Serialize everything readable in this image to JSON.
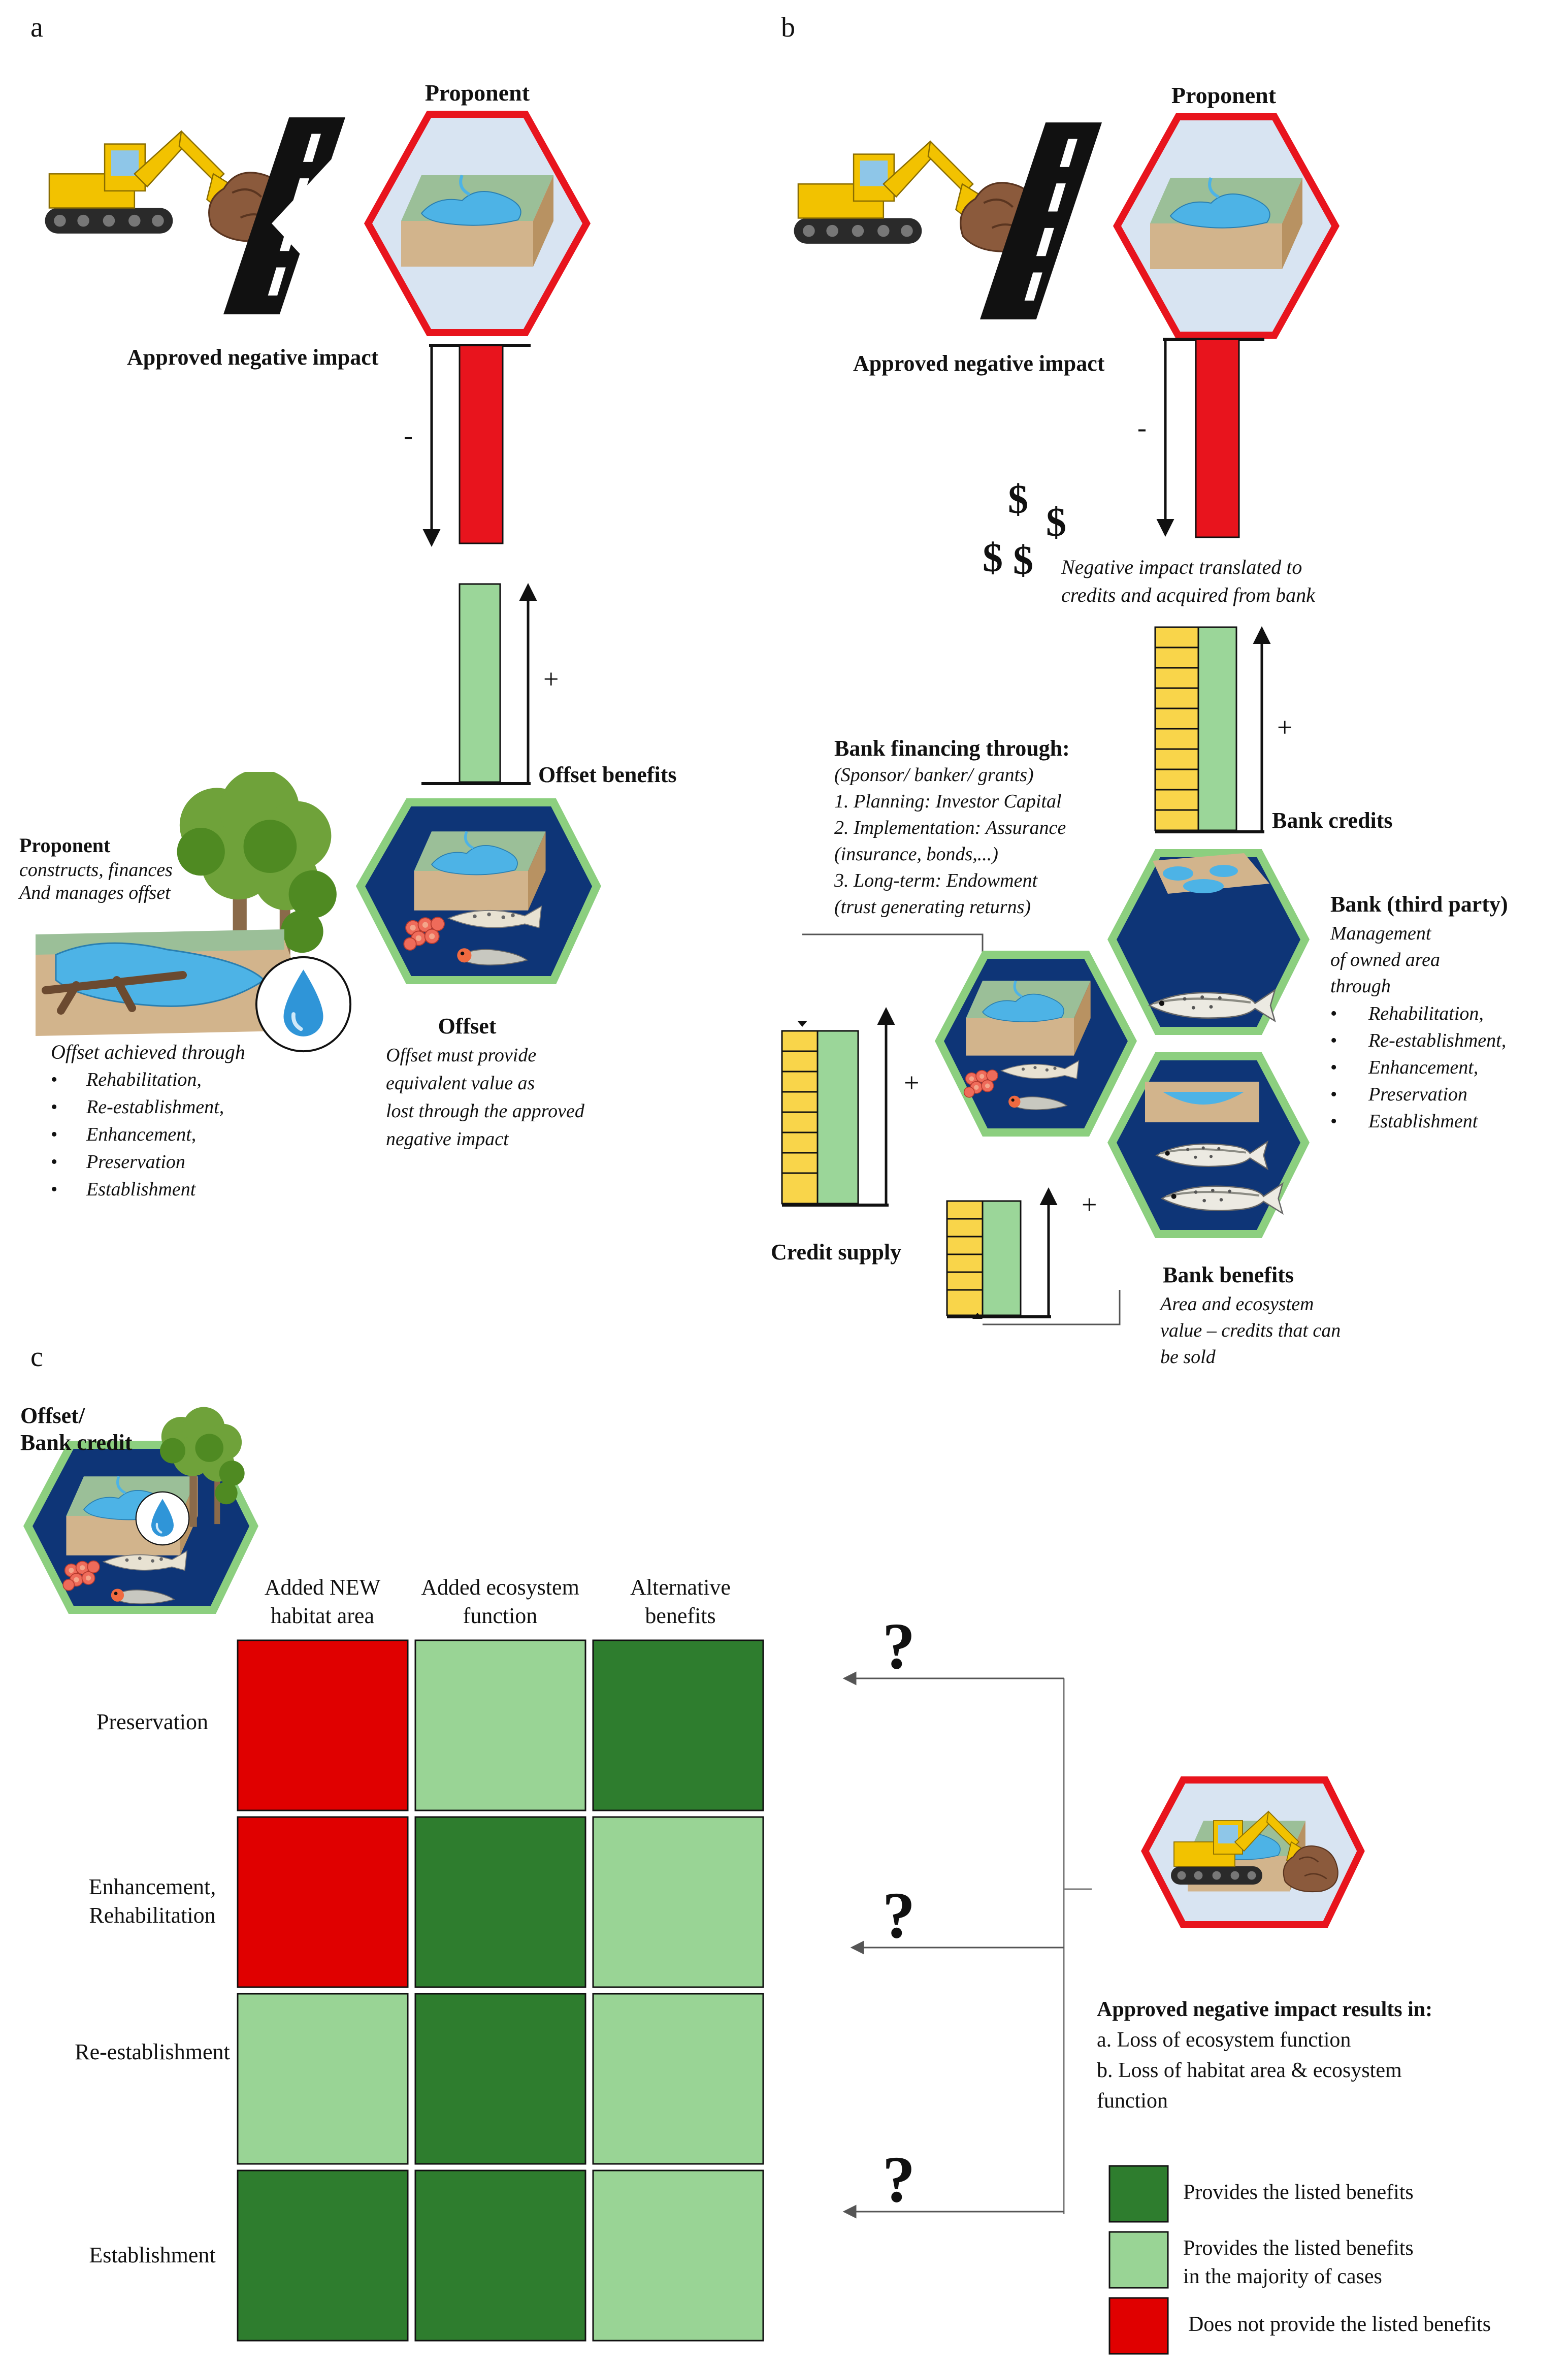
{
  "panel_a": {
    "letter": "a",
    "proponent_title": "Proponent",
    "impact_label": "Approved negative impact",
    "minus": "-",
    "plus": "+",
    "offset_benefits": "Offset benefits",
    "proponent_desc_title": "Proponent",
    "proponent_desc": [
      "constructs, finances",
      "And manages offset"
    ],
    "achieved_title": "Offset achieved through",
    "achieved_list": [
      "Rehabilitation,",
      "Re-establishment,",
      "Enhancement,",
      "Preservation",
      "Establishment"
    ],
    "offset_title": "Offset",
    "offset_desc": [
      "Offset must provide",
      "equivalent value as",
      "lost through the approved",
      "negative impact"
    ]
  },
  "panel_b": {
    "letter": "b",
    "proponent_title": "Proponent",
    "impact_label": "Approved negative impact",
    "minus": "-",
    "plus": "+",
    "dollar": "$",
    "translated": [
      "Negative impact translated to",
      "credits and acquired from bank"
    ],
    "bank_credits": "Bank credits",
    "financing_title": "Bank financing through:",
    "financing_lines": [
      "(Sponsor/ banker/ grants)",
      "1. Planning: Investor Capital",
      "2. Implementation: Assurance",
      "(insurance, bonds,...)",
      "3. Long-term: Endowment",
      "(trust generating returns)"
    ],
    "bank_title": "Bank (third party)",
    "bank_lines": [
      "Management",
      "of owned area",
      "through"
    ],
    "bank_list": [
      "Rehabilitation,",
      "Re-establishment,",
      "Enhancement,",
      "Preservation",
      "Establishment"
    ],
    "credit_supply": "Credit supply",
    "bank_benefits_title": "Bank benefits",
    "bank_benefits_lines": [
      "Area and ecosystem",
      "value – credits that can",
      "be sold"
    ]
  },
  "panel_c": {
    "letter": "c",
    "offset_label": [
      "Offset/",
      "Bank credit"
    ],
    "columns": [
      [
        "Added NEW",
        "habitat area"
      ],
      [
        "Added ecosystem",
        "function"
      ],
      [
        "Alternative",
        "benefits"
      ]
    ],
    "rows": [
      {
        "label": [
          "Preservation"
        ],
        "cells": [
          "none",
          "majority",
          "full"
        ]
      },
      {
        "label": [
          "Enhancement,",
          "Rehabilitation"
        ],
        "cells": [
          "none",
          "full",
          "majority"
        ]
      },
      {
        "label": [
          "Re-establishment"
        ],
        "cells": [
          "majority",
          "full",
          "majority"
        ]
      },
      {
        "label": [
          "Establishment"
        ],
        "cells": [
          "full",
          "full",
          "majority"
        ]
      }
    ],
    "question": "?",
    "impact_title": "Approved negative impact results in:",
    "impact_lines": [
      "a. Loss of ecosystem function",
      "b. Loss of habitat area & ecosystem",
      "function"
    ],
    "legend": [
      {
        "key": "full",
        "lines": [
          "Provides the listed benefits"
        ]
      },
      {
        "key": "majority",
        "lines": [
          "Provides the listed benefits",
          "in the majority of cases"
        ]
      },
      {
        "key": "none",
        "lines": [
          "Does not provide the listed benefits"
        ]
      }
    ]
  },
  "colors": {
    "full": "#2e7d2e",
    "majority": "#99d495",
    "none": "#e00000",
    "impact_red": "#e8141d",
    "hex_navy": "#0e3577",
    "hex_border_green": "#8ccf7f",
    "hex_light": "#d8e4f2",
    "credit_yellow": "#f9d54a",
    "bar_green": "#9bd699"
  }
}
